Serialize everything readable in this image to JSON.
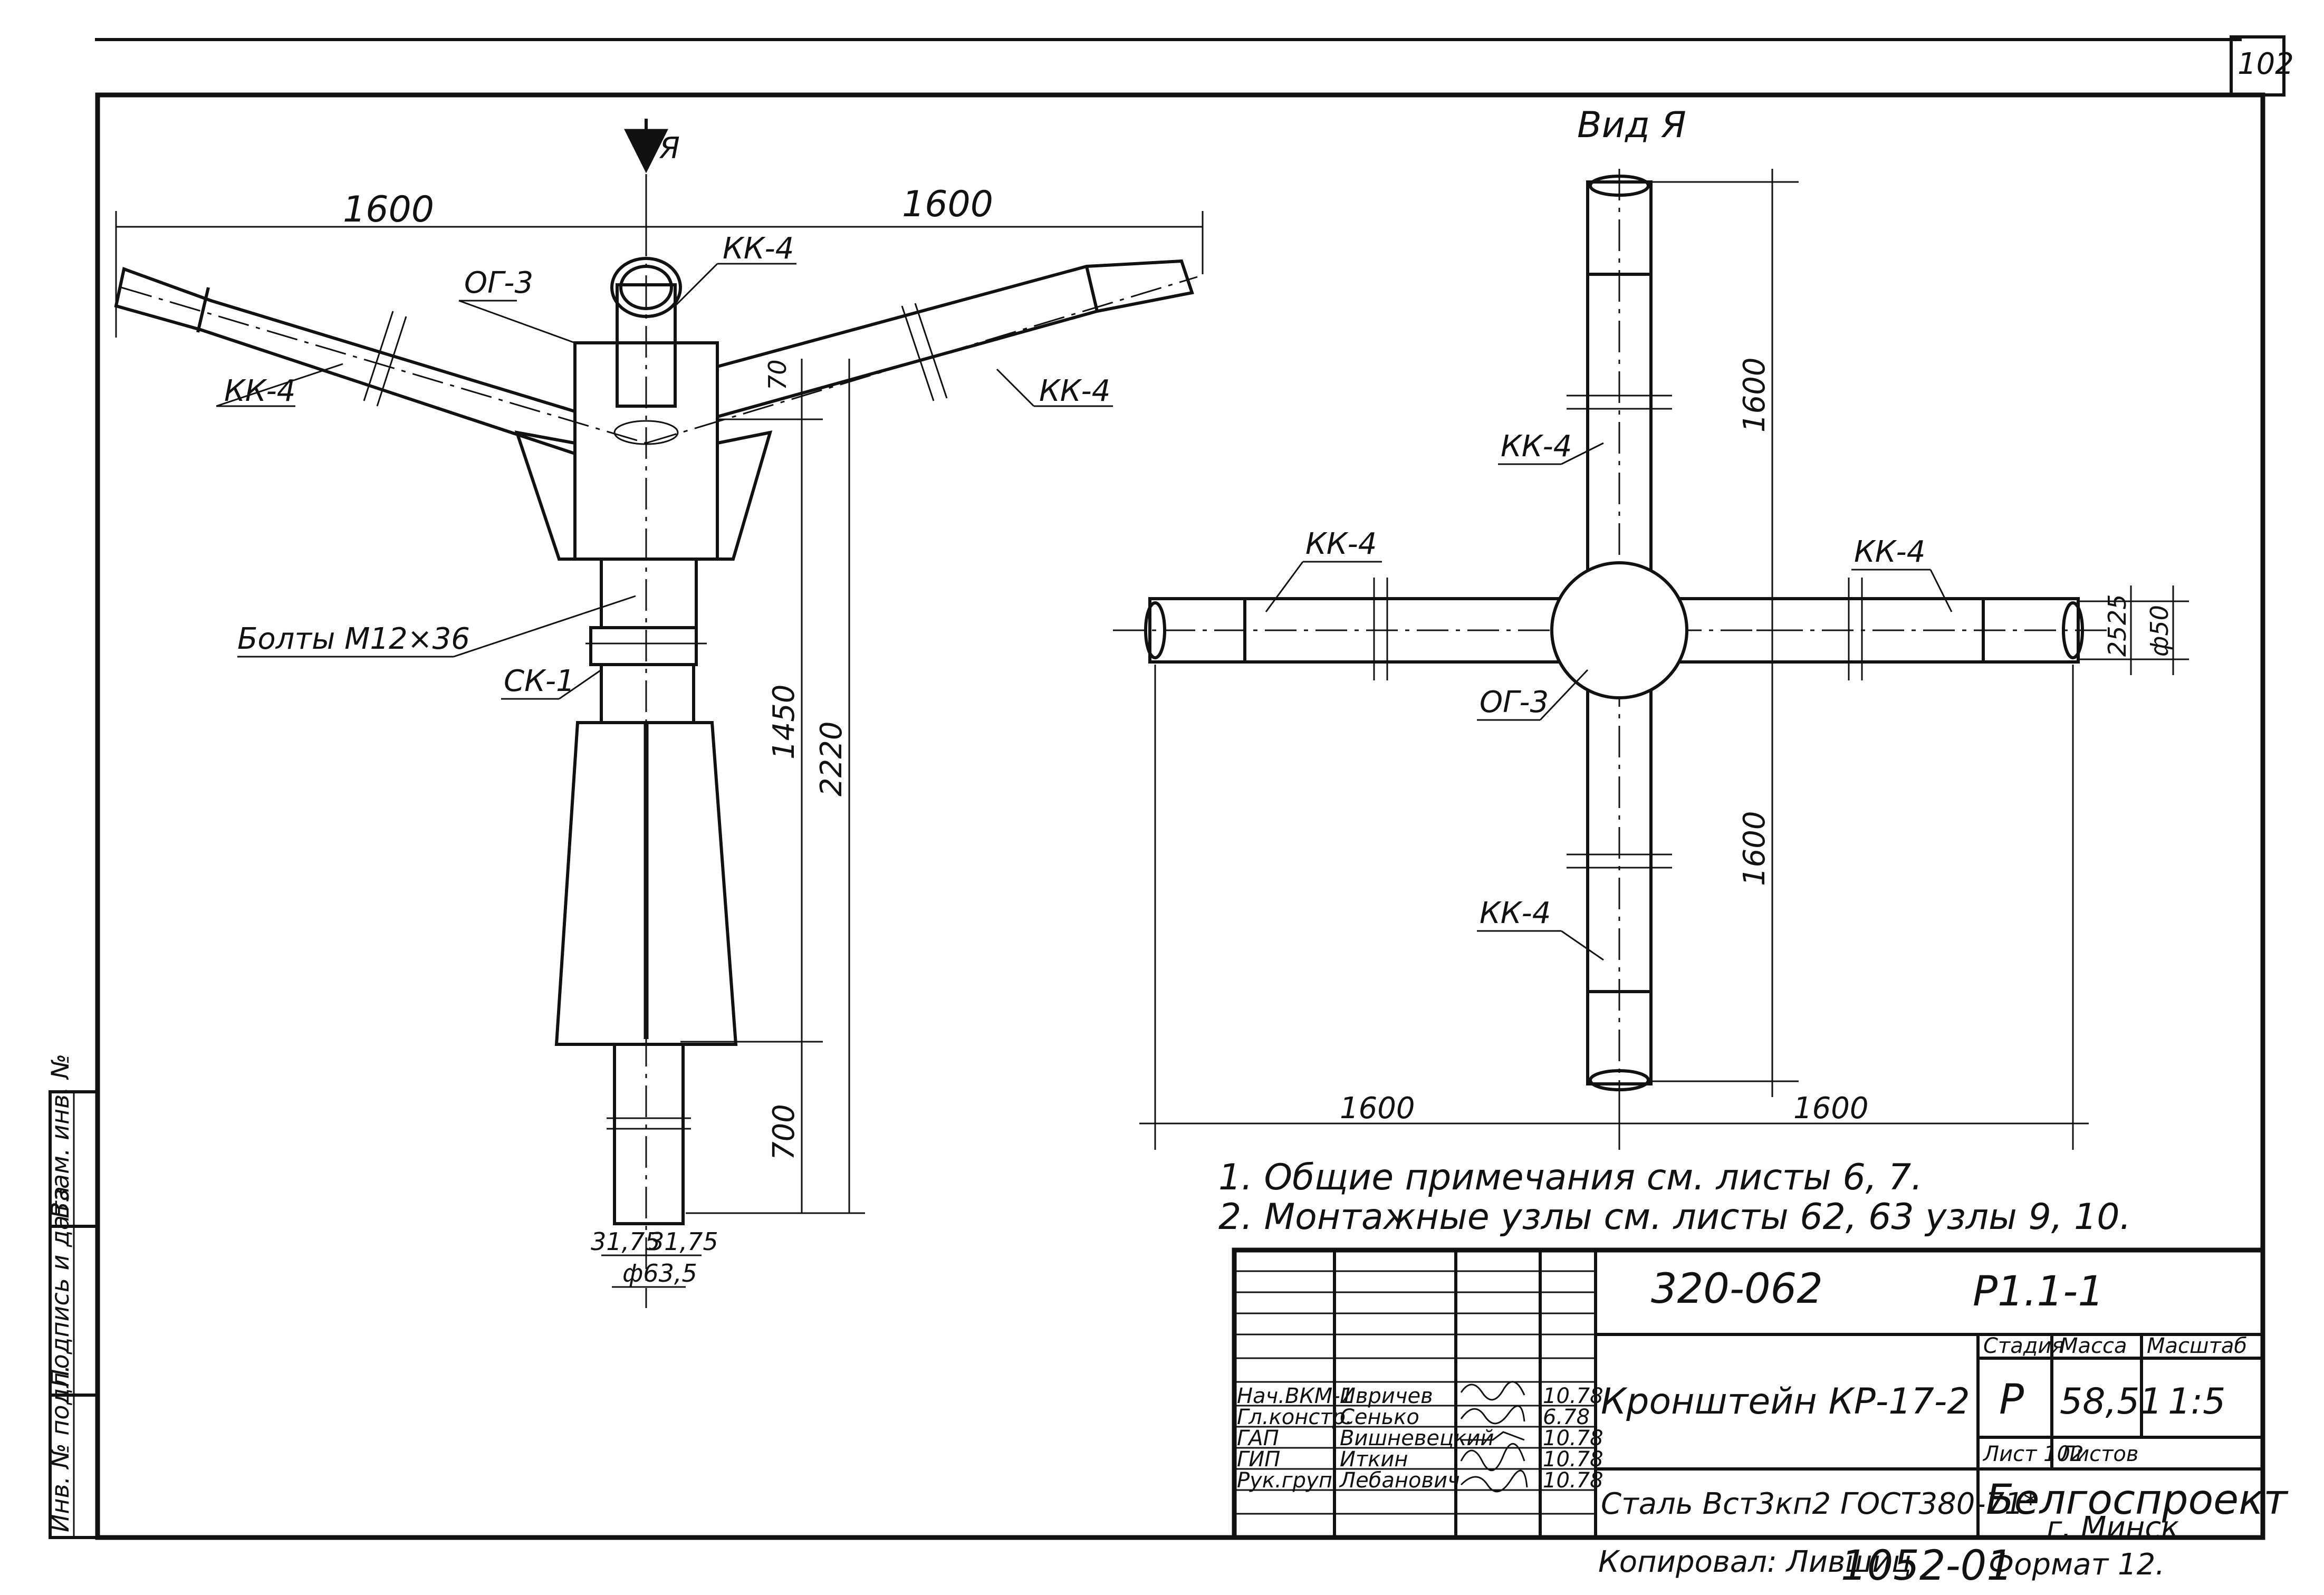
{
  "sheet_number": "102",
  "view_label": "Вид Я",
  "arrow_label": "Я",
  "labels": {
    "og3": "ОГ-3",
    "kk4": "КК-4",
    "ck1": "СК-1",
    "bolts": "Болты М12×36"
  },
  "dimensions": {
    "left_span": "1600",
    "right_span": "1600",
    "d70": "70",
    "d1450": "1450",
    "d2220": "2220",
    "d700": "700",
    "d3175a": "31,75",
    "d3175b": "31,75",
    "d635": "ф63,5",
    "v_top": "1600",
    "v_bottom": "1600",
    "h_left": "1600",
    "h_right": "1600",
    "d25a": "25",
    "d25b": "25",
    "d50": "ф50"
  },
  "notes": [
    "1. Общие примечания см. листы 6, 7.",
    "2. Монтажные узлы см. листы 62, 63 узлы 9, 10."
  ],
  "side_stamp": [
    "Инв. № подл.",
    "Подпись и дата",
    "Взам. инв. №"
  ],
  "title_block": {
    "doc_number": "320-062",
    "code": "Р1.1-1",
    "name": "Кронштейн КР-17-2",
    "material": "Сталь Вст3кп2 ГОСТ380-71*",
    "org": "Белгоспроект",
    "city": "г. Минск",
    "stage_hdr": "Стадия",
    "mass_hdr": "Масса",
    "scale_hdr": "Масштаб",
    "stage": "Р",
    "mass": "58,51",
    "scale": "1:5",
    "sheet_lbl": "Лист 102",
    "sheets_lbl": "Листов",
    "roles": [
      "Нач.ВКМ-1",
      "Гл.констр.",
      "ГАП",
      "ГИП",
      "Рук.груп."
    ],
    "names": [
      "Ивричев",
      "Сенько",
      "Вишневецкий",
      "Иткин",
      "Лебанович"
    ],
    "dates": [
      "10.78",
      "6.78",
      "10.78",
      "10.78",
      "10.78"
    ]
  },
  "copied_by": "Копировал: Лившиц",
  "inventory_number": "1052-01",
  "format_label": "Формат 12."
}
